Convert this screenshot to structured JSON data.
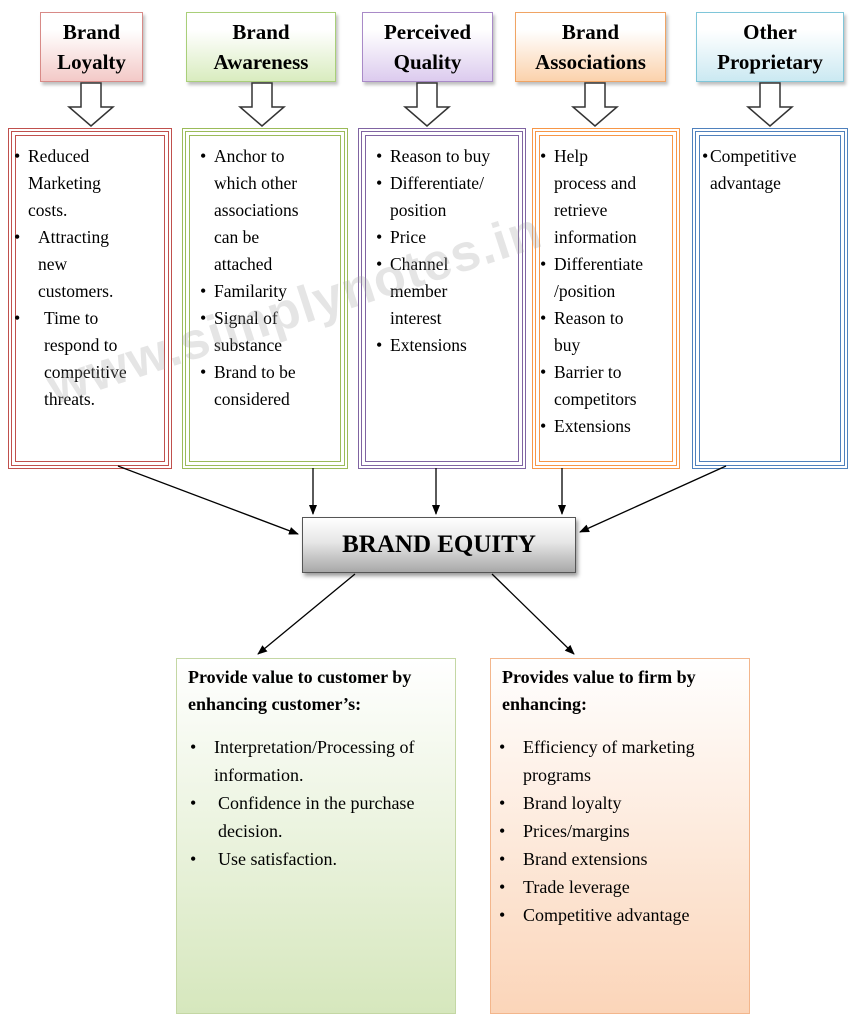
{
  "headers": [
    {
      "label": "Brand\nLoyalty"
    },
    {
      "label": "Brand\nAwareness"
    },
    {
      "label": "Perceived\nQuality"
    },
    {
      "label": "Brand\nAssociations"
    },
    {
      "label": "Other\nProprietary"
    }
  ],
  "boxes": [
    {
      "items": [
        "Reduced\nMarketing\ncosts.",
        "Attracting\nnew\ncustomers.",
        "Time to\nrespond to\ncompetitive\nthreats."
      ]
    },
    {
      "items": [
        "Anchor to\nwhich other\nassociations\ncan be\nattached",
        "Familarity",
        "Signal of\nsubstance",
        "Brand to be\nconsidered"
      ]
    },
    {
      "items": [
        "Reason to buy",
        "Differentiate/\nposition",
        "Price",
        "Channel\nmember\ninterest",
        "Extensions"
      ]
    },
    {
      "items": [
        "Help\nprocess and\nretrieve\ninformation",
        "Differentiate\n/position",
        "Reason to\nbuy",
        "Barrier to\ncompetitors",
        "Extensions"
      ]
    },
    {
      "items": [
        "Competitive\nadvantage"
      ]
    }
  ],
  "center": {
    "label": "BRAND EQUITY"
  },
  "customer_value": {
    "title": "Provide value to customer by\nenhancing customer’s:",
    "items": [
      "Interpretation/Processing of\ninformation.",
      "Confidence in the purchase\ndecision.",
      "Use satisfaction."
    ]
  },
  "firm_value": {
    "title": "Provides value to firm by\nenhancing:",
    "items": [
      "Efficiency of marketing\nprograms",
      "Brand loyalty",
      "Prices/margins",
      "Brand extensions",
      "Trade leverage",
      "Competitive advantage"
    ]
  },
  "watermark": "www.simplynotes.in",
  "colors": {
    "loyalty": "#c0504d",
    "awareness": "#9bbb59",
    "quality": "#8064a2",
    "associations": "#f79646",
    "proprietary": "#4f81bd"
  }
}
